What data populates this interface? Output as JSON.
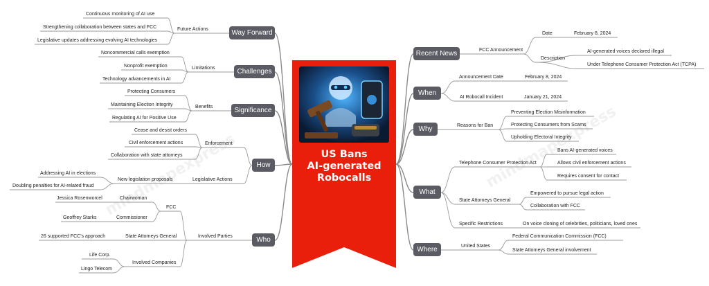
{
  "central": {
    "line1": "US Bans",
    "line2": "AI-generated",
    "line3": "Robocalls"
  },
  "watermark": "mindmapexpress",
  "colors": {
    "accent_red": "#ea1f0b",
    "node_fill": "#5b5b64",
    "node_text": "#ffffff",
    "line": "#8a8a8a"
  },
  "right": {
    "recent_news": {
      "label": "Recent News",
      "fcc_announcement": "FCC Announcement",
      "date": "Date",
      "date_value": "February 8, 2024",
      "description": "Description",
      "desc_1": "AI-generated voices declared illegal",
      "desc_2": "Under Telephone Consumer Protection Act (TCPA)"
    },
    "when": {
      "label": "When",
      "announcement_date": "Announcement Date",
      "announcement_value": "February 8, 2024",
      "incident": "AI Robocall Incident",
      "incident_value": "January 21, 2024"
    },
    "why": {
      "label": "Why",
      "reasons": "Reasons for Ban",
      "r1": "Preventing Election Misinformation",
      "r2": "Protecting Consumers from Scams",
      "r3": "Upholding Electoral Integrity"
    },
    "what": {
      "label": "What",
      "tcpa": "Telephone Consumer Protection Act",
      "tcpa_1": "Bans AI-generated voices",
      "tcpa_2": "Allows civil enforcement actions",
      "tcpa_3": "Requires consent for contact",
      "sag": "State Attorneys General",
      "sag_1": "Empowered to pursue legal action",
      "sag_2": "Collaboration with FCC",
      "specific": "Specific Restrictions",
      "specific_1": "On voice cloning of celebrities, politicians, loved ones"
    },
    "where": {
      "label": "Where",
      "us": "United States",
      "us_1": "Federal Communication Commission (FCC)",
      "us_2": "State Attorneys General involvement"
    }
  },
  "left": {
    "way_forward": {
      "label": "Way Forward",
      "future": "Future Actions",
      "f1": "Continuous monitoring of AI use",
      "f2": "Strengthening collaboration between states and FCC",
      "f3": "Legislative updates addressing evolving AI technologies"
    },
    "challenges": {
      "label": "Challenges",
      "limitations": "Limitations",
      "l1": "Noncommercial calls exemption",
      "l2": "Nonprofit exemption",
      "l3": "Technology advancements in AI"
    },
    "significance": {
      "label": "Significance",
      "benefits": "Benefits",
      "b1": "Protecting Consumers",
      "b2": "Maintaining Election Integrity",
      "b3": "Regulating AI for Positive Use"
    },
    "how": {
      "label": "How",
      "enforcement": "Enforcement",
      "e1": "Cease and desist orders",
      "e2": "Civil enforcement actions",
      "e3": "Collaboration with state attorneys",
      "legislative": "Legislative Actions",
      "proposals": "New legislation proposals",
      "p1": "Addressing AI in elections",
      "p2": "Doubling penalties for AI-related fraud"
    },
    "who": {
      "label": "Who",
      "involved": "Involved Parties",
      "fcc": "FCC",
      "chairwoman": "Chairwoman",
      "chairwoman_name": "Jessica Rosenworcel",
      "commissioner": "Commissioner",
      "commissioner_name": "Geoffrey Starks",
      "sag": "State Attorneys General",
      "sag_1": "26 supported FCC's approach",
      "companies": "Involved Companies",
      "c1": "Life Corp.",
      "c2": "Lingo Telecom"
    }
  }
}
